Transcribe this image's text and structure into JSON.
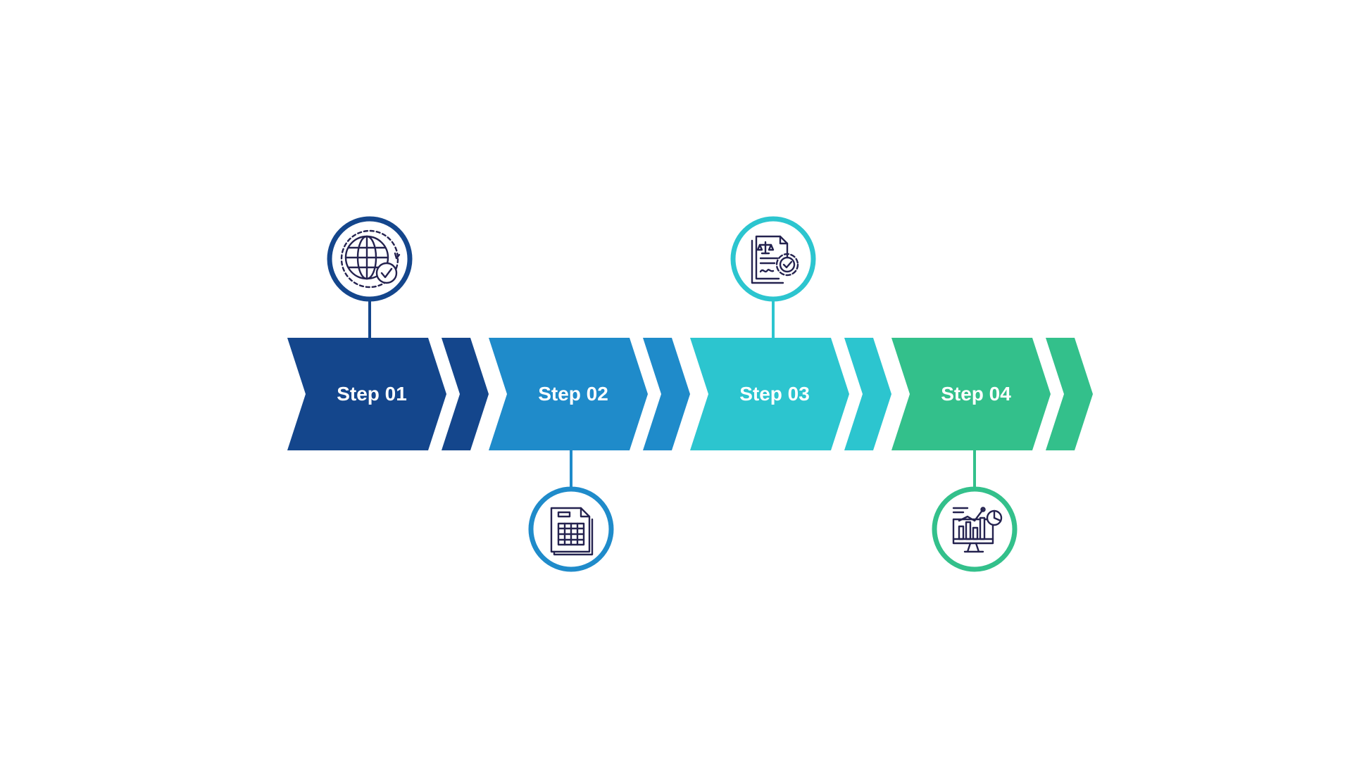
{
  "steps": [
    {
      "label": "Step 01",
      "color": "#14468c",
      "icon": "globe-check-icon",
      "icon_side": "top"
    },
    {
      "label": "Step 02",
      "color": "#1f8bca",
      "icon": "spreadsheet-document-icon",
      "icon_side": "bottom"
    },
    {
      "label": "Step 03",
      "color": "#2cc5cf",
      "icon": "legal-document-gear-icon",
      "icon_side": "top"
    },
    {
      "label": "Step 04",
      "color": "#33c08b",
      "icon": "analytics-monitor-icon",
      "icon_side": "bottom"
    }
  ]
}
